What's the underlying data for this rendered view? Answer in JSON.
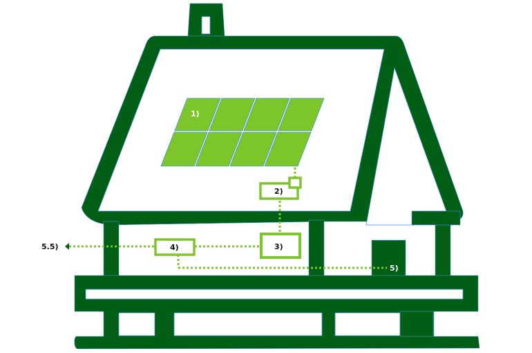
{
  "colors": {
    "house": "#005f14",
    "house_edge": "#4a90d9",
    "panel": "#7dc62a",
    "panel_edge": "#4a90d9",
    "box_border": "#7dc62a",
    "box_fill": "#ffffff",
    "connector": "#7dc62a",
    "label_dark": "#111111",
    "label_light": "#ffffff",
    "arrow": "#005f14"
  },
  "labels": {
    "solar_panels": "1)",
    "inverter": "2)",
    "meter": "3)",
    "distribution": "4)",
    "consumer": "5)",
    "grid_export": "5.5)"
  },
  "panel_grid": {
    "rows": 2,
    "cols": 4
  }
}
